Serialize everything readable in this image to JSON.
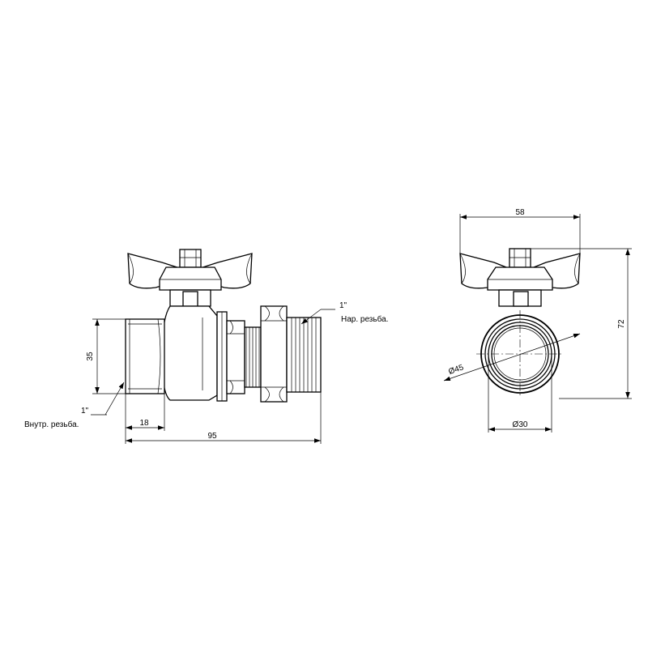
{
  "side_view": {
    "thread_size_left": "1\"",
    "thread_type_left": "Внутр. резьба.",
    "thread_size_right": "1\"",
    "thread_type_right": "Нар. резьба.",
    "dim_height": "35",
    "dim_thread_length": "18",
    "dim_total_length": "95"
  },
  "end_view": {
    "dim_handle_width": "58",
    "dim_total_height": "72",
    "dim_outer_diameter": "Ø45",
    "dim_inner_diameter": "Ø30"
  }
}
